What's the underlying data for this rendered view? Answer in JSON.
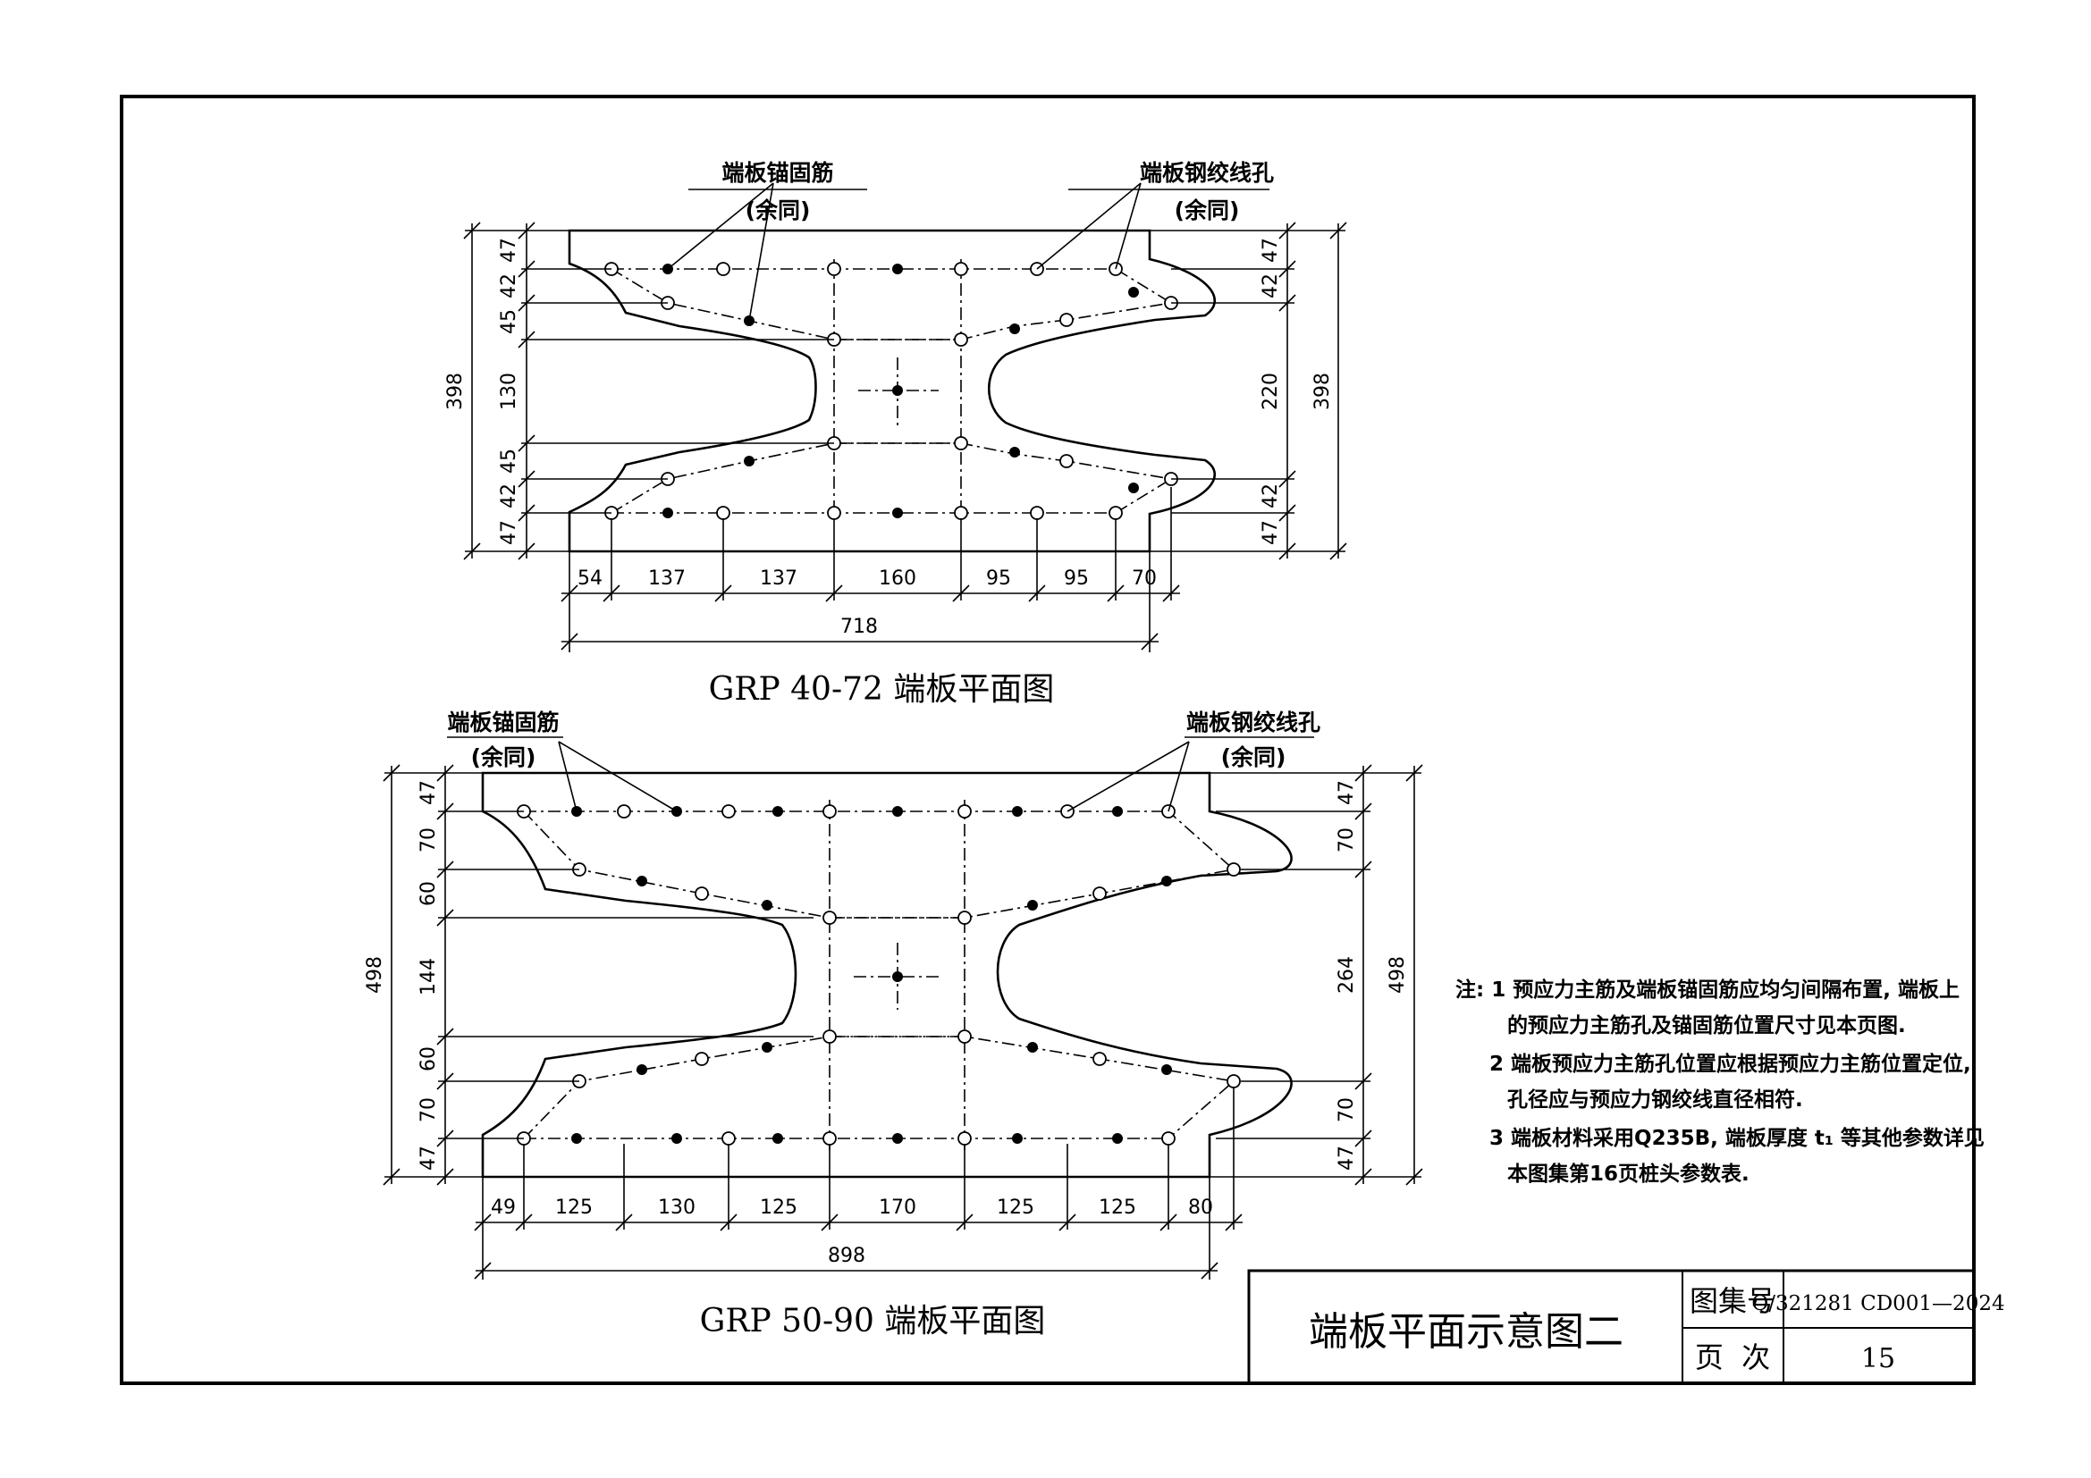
{
  "drawing_a": {
    "title": "GRP 40-72 端板平面图",
    "label_left_line1": "端板锚固筋",
    "label_left_line2": "(余同)",
    "label_right_line1": "端板钢绞线孔",
    "label_right_line2": "(余同)",
    "left_dims": [
      "47",
      "42",
      "45",
      "130",
      "45",
      "42",
      "47"
    ],
    "left_total": "398",
    "right_dims": [
      "47",
      "42",
      "220",
      "42",
      "47"
    ],
    "right_total": "398",
    "bottom_dims": [
      "54",
      "137",
      "137",
      "160",
      "95",
      "95",
      "70"
    ],
    "bottom_total": "718"
  },
  "drawing_b": {
    "title": "GRP 50-90 端板平面图",
    "label_left_line1": "端板锚固筋",
    "label_left_line2": "(余同)",
    "label_right_line1": "端板钢绞线孔",
    "label_right_line2": "(余同)",
    "left_dims": [
      "47",
      "70",
      "60",
      "144",
      "60",
      "70",
      "47"
    ],
    "left_total": "498",
    "right_dims": [
      "47",
      "70",
      "264",
      "70",
      "47"
    ],
    "right_total": "498",
    "bottom_dims": [
      "49",
      "125",
      "130",
      "125",
      "170",
      "125",
      "125",
      "80"
    ],
    "bottom_total": "898"
  },
  "notes": [
    "注: 1 预应力主筋及端板锚固筋应均匀间隔布置, 端板上",
    "的预应力主筋孔及锚固筋位置尺寸见本页图.",
    "2 端板预应力主筋孔位置应根据预应力主筋位置定位,",
    "孔径应与预应力钢绞线直径相符.",
    "3 端板材料采用Q235B, 端板厚度 t₁ 等其他参数详见",
    "本图集第16页桩头参数表."
  ],
  "title_block": {
    "drawing_name": "端板平面示意图二",
    "atlas_label": "图集号",
    "atlas_value": "Q/321281 CD001—2024",
    "page_label": "页  次",
    "page_value": "15"
  }
}
